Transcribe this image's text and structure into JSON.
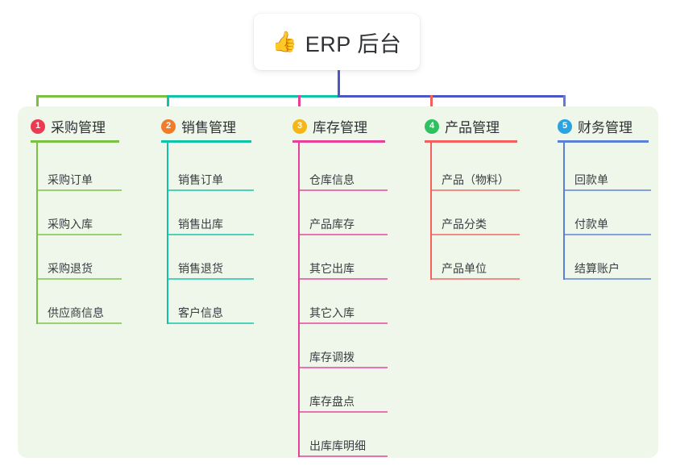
{
  "root": {
    "icon": "thumbs-up-icon",
    "emoji": "👍",
    "title": "ERP 后台"
  },
  "panel": {
    "background": "#eef7e9"
  },
  "colors": {
    "root_stem": "#4a57c4",
    "col1_line": "#7ac143",
    "col2_line": "#0fc2a8",
    "col3_line": "#e8409a",
    "col4_line": "#f4605e",
    "col5_line": "#5a7fd4",
    "badge1": "#ea3b52",
    "badge2": "#f07c2a",
    "badge3": "#f5b616",
    "badge4": "#2fc060",
    "badge5": "#2aa3e0"
  },
  "columns": [
    {
      "index": "1",
      "badge": "❶",
      "badge_number": "1",
      "title": "采购管理",
      "line_color": "#7ac143",
      "badge_color": "#ea3b52",
      "items": [
        "采购订单",
        "采购入库",
        "采购退货",
        "供应商信息"
      ]
    },
    {
      "index": "2",
      "badge": "❷",
      "badge_number": "2",
      "title": "销售管理",
      "line_color": "#0fc2a8",
      "badge_color": "#f07c2a",
      "items": [
        "销售订单",
        "销售出库",
        "销售退货",
        "客户信息"
      ]
    },
    {
      "index": "3",
      "badge": "❸",
      "badge_number": "3",
      "title": "库存管理",
      "line_color": "#e8409a",
      "badge_color": "#f5b616",
      "items": [
        "仓库信息",
        "产品库存",
        "其它出库",
        "其它入库",
        "库存调拨",
        "库存盘点",
        "出库库明细"
      ]
    },
    {
      "index": "4",
      "badge": "❹",
      "badge_number": "4",
      "title": "产品管理",
      "line_color": "#f4605e",
      "badge_color": "#2fc060",
      "items": [
        "产品（物料）",
        "产品分类",
        "产品单位"
      ]
    },
    {
      "index": "5",
      "badge": "❺",
      "badge_number": "5",
      "title": "财务管理",
      "line_color": "#5a7fd4",
      "badge_color": "#2aa3e0",
      "items": [
        "回款单",
        "付款单",
        "结算账户"
      ]
    }
  ]
}
